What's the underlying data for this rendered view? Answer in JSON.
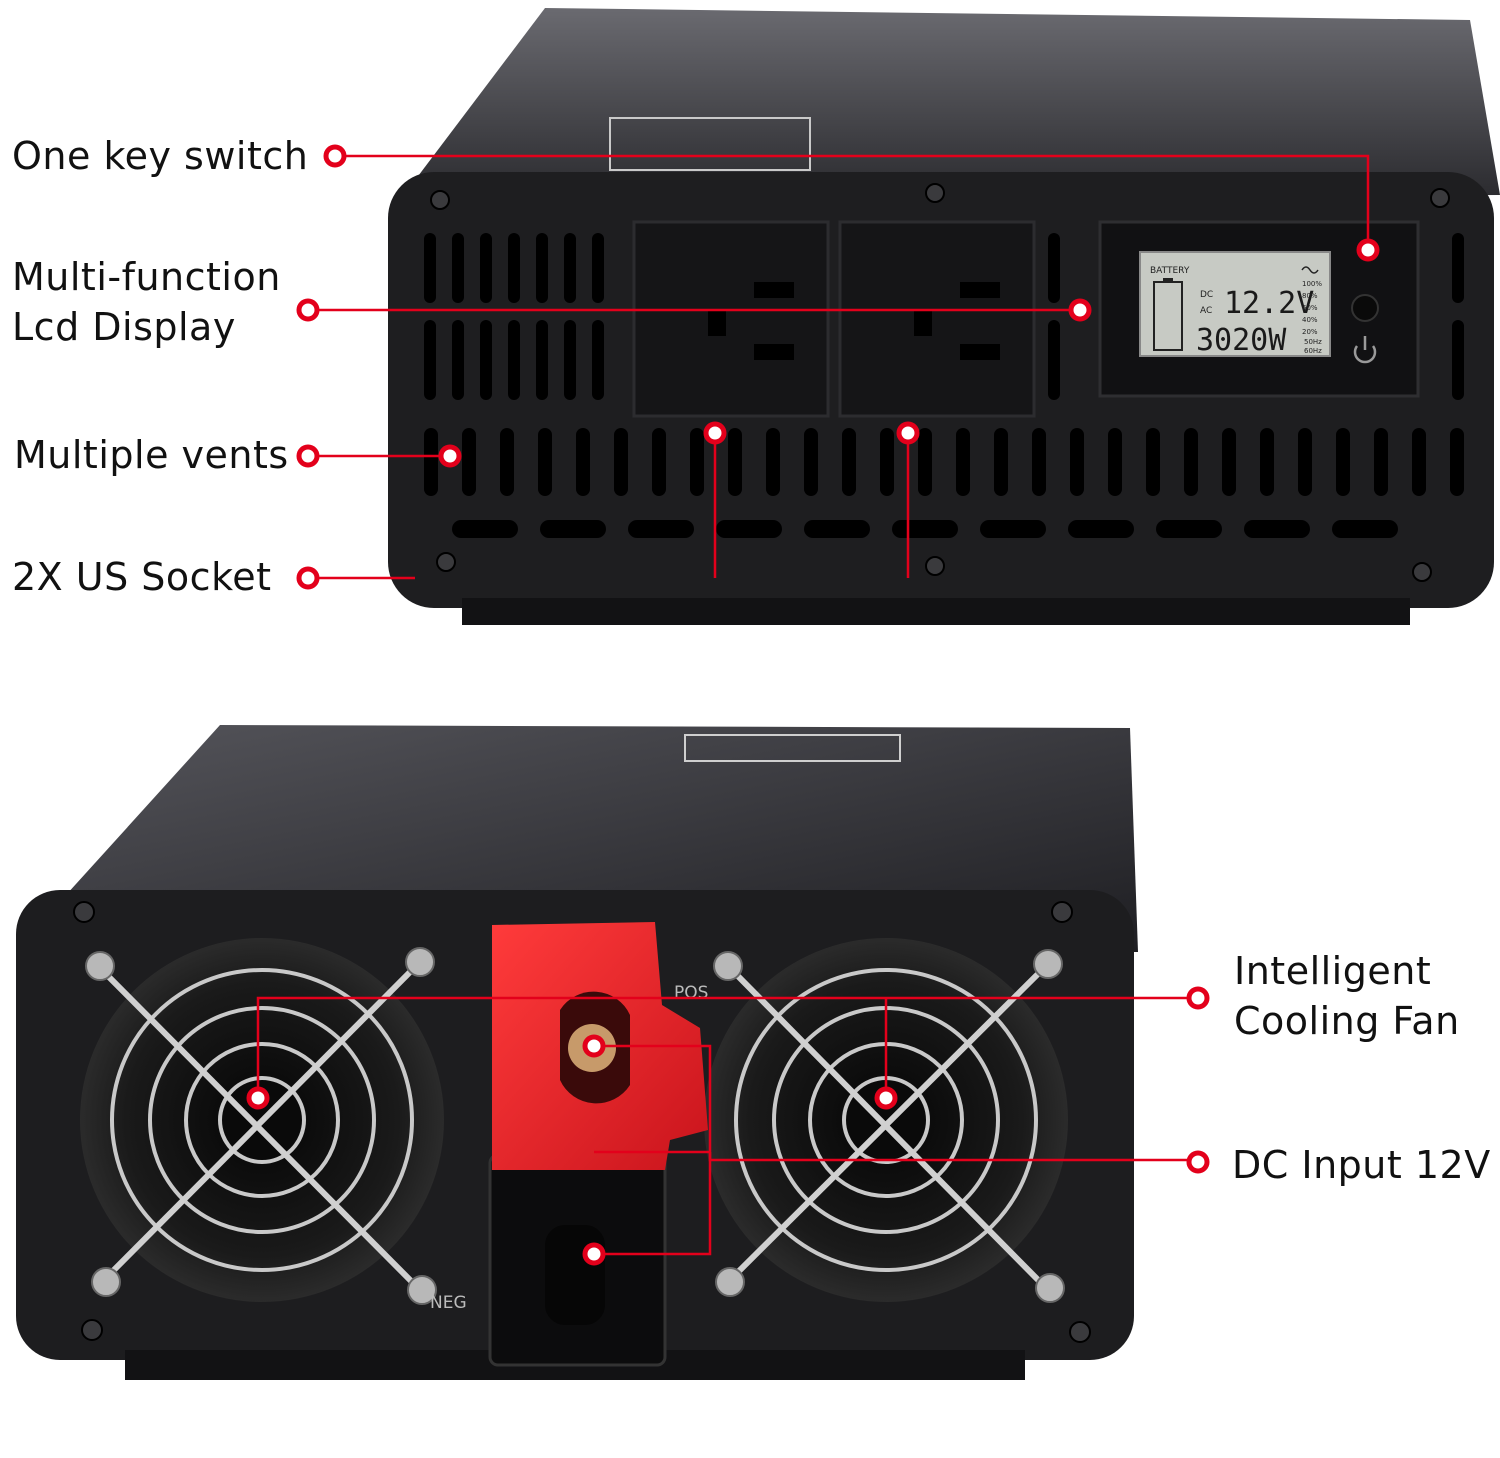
{
  "colors": {
    "accent": "#e3001b",
    "housing": "#1c1c1e",
    "housing_top": "#4d4d52",
    "panel": "#0d0d0e",
    "red_terminal": "#e8262f",
    "lcd": "#c7cac4"
  },
  "callouts": {
    "one_key_switch": "One key switch",
    "lcd_display_line1": "Multi-function",
    "lcd_display_line2": "Lcd Display",
    "vents": "Multiple vents",
    "us_socket": "2X US Socket",
    "fan_line1": "Intelligent",
    "fan_line2": "Cooling Fan",
    "dc_input": "DC Input 12V"
  },
  "lcd": {
    "battery_label": "BATTERY",
    "dc_label": "DC",
    "ac_label": "AC",
    "dc_value": "12.2V",
    "ac_value": "3020W",
    "levels": [
      "100%",
      "80%",
      "60%",
      "40%",
      "20%"
    ],
    "freq_50": "50Hz",
    "freq_60": "60Hz"
  },
  "terminals": {
    "pos_label": "POS",
    "neg_label": "NEG"
  },
  "icons": [
    "power-icon",
    "indicator-led-icon",
    "battery-icon",
    "wave-icon",
    "screw-icon",
    "fan-icon"
  ]
}
